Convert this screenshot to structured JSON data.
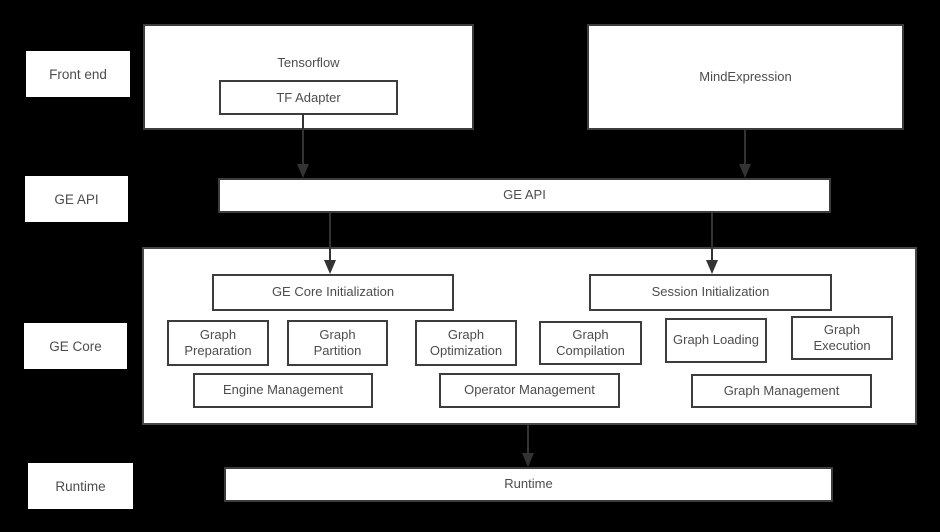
{
  "diagram": {
    "colors": {
      "background": "#000000",
      "box_fill": "#ffffff",
      "box_border": "#3d3d3d",
      "text": "#4d4d4d",
      "arrow": "#333333"
    },
    "row_labels": {
      "front_end": "Front end",
      "ge_api": "GE API",
      "ge_core": "GE Core",
      "runtime": "Runtime"
    },
    "front_end": {
      "tensorflow": {
        "label": "Tensorflow",
        "adapter": {
          "label": "TF Adapter"
        }
      },
      "mind_expression": {
        "label": "MindExpression"
      }
    },
    "ge_api": {
      "label": "GE API"
    },
    "ge_core": {
      "init_boxes": [
        {
          "label": "GE Core Initialization"
        },
        {
          "label": "Session Initialization"
        }
      ],
      "stage_boxes": [
        {
          "label": "Graph Preparation"
        },
        {
          "label": "Graph Partition"
        },
        {
          "label": "Graph Optimization"
        },
        {
          "label": "Graph Compilation"
        },
        {
          "label": "Graph Loading"
        },
        {
          "label": "Graph Execution"
        }
      ],
      "management_boxes": [
        {
          "label": "Engine Management"
        },
        {
          "label": "Operator Management"
        },
        {
          "label": "Graph Management"
        }
      ]
    },
    "runtime": {
      "label": "Runtime"
    }
  }
}
